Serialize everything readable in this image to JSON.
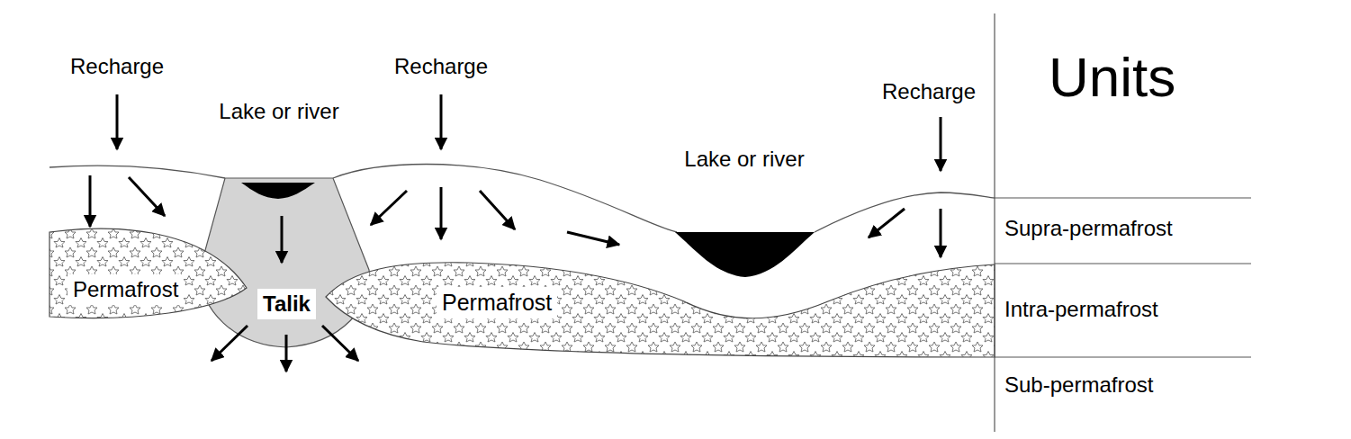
{
  "diagram": {
    "nodes": [
      {
        "text": [
          "Permafrost"
        ]
      },
      {
        "text": [
          "Talik"
        ]
      },
      {
        "text": [
          "Permafrost"
        ]
      }
    ],
    "labels": [
      "Recharge",
      "Lake or river",
      "Recharge",
      "Lake or river",
      "Recharge",
      "Units",
      "Supra-permafrost",
      "Intra-permafrost",
      "Sub-permafrost"
    ]
  }
}
